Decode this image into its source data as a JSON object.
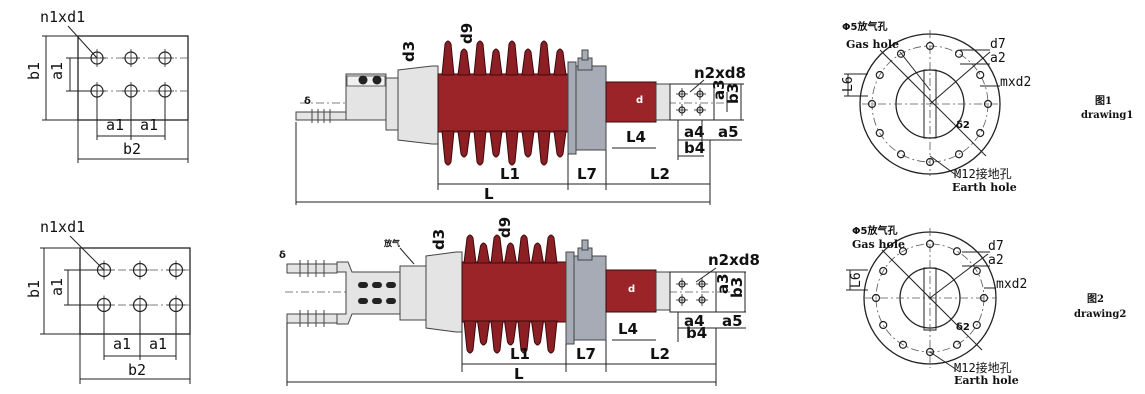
{
  "colors": {
    "porcelain_red": "#8b1f24",
    "flange_gray": "#a6abb5",
    "line": "#222222"
  },
  "plate_top": {
    "hole_label": "n1xd1",
    "b1": "b1",
    "a1_vertical": "a1",
    "a1_left": "a1",
    "a1_right": "a1",
    "b2": "b2"
  },
  "plate_bottom": {
    "hole_label": "n1xd1",
    "b1": "b1",
    "a1_vertical": "a1",
    "a1_left": "a1",
    "a1_right": "a1",
    "b2": "b2"
  },
  "bushing_top": {
    "delta": "δ",
    "d3": "d3",
    "d9": "d9",
    "terminal_holes": "n2xd8",
    "d_tag": "d",
    "a3": "a3",
    "b3": "b3",
    "a4": "a4",
    "a5": "a5",
    "b4": "b4",
    "L4": "L4",
    "L1": "L1",
    "L7": "L7",
    "L2": "L2",
    "L": "L"
  },
  "bushing_bottom": {
    "delta": "δ",
    "gas_note": "放气",
    "d3": "d3",
    "d9": "d9",
    "terminal_holes": "n2xd8",
    "d_tag": "d",
    "a3": "a3",
    "b3": "b3",
    "a4": "a4",
    "b4": "b4",
    "a5": "a5",
    "L4": "L4",
    "L1": "L1",
    "L7": "L7",
    "L2": "L2",
    "L": "L"
  },
  "flange_top": {
    "gas_hole_cn": "Φ5放气孔",
    "gas_hole_en": "Gas hole",
    "d7": "d7",
    "a2": "a2",
    "mxd2": "mxd2",
    "L6": "L6",
    "delta2": "δ2",
    "earth_cn": "M12接地孔",
    "earth_en": "Earth hole",
    "fig_cn": "图1",
    "fig_en": "drawing1"
  },
  "flange_bottom": {
    "gas_hole_cn": "Φ5放气孔",
    "gas_hole_en": "Gas hole",
    "d7": "d7",
    "a2": "a2",
    "mxd2": "mxd2",
    "L6": "L6",
    "delta2": "δ2",
    "earth_cn": "M12接地孔",
    "earth_en": "Earth hole",
    "fig_cn": "图2",
    "fig_en": "drawing2"
  }
}
